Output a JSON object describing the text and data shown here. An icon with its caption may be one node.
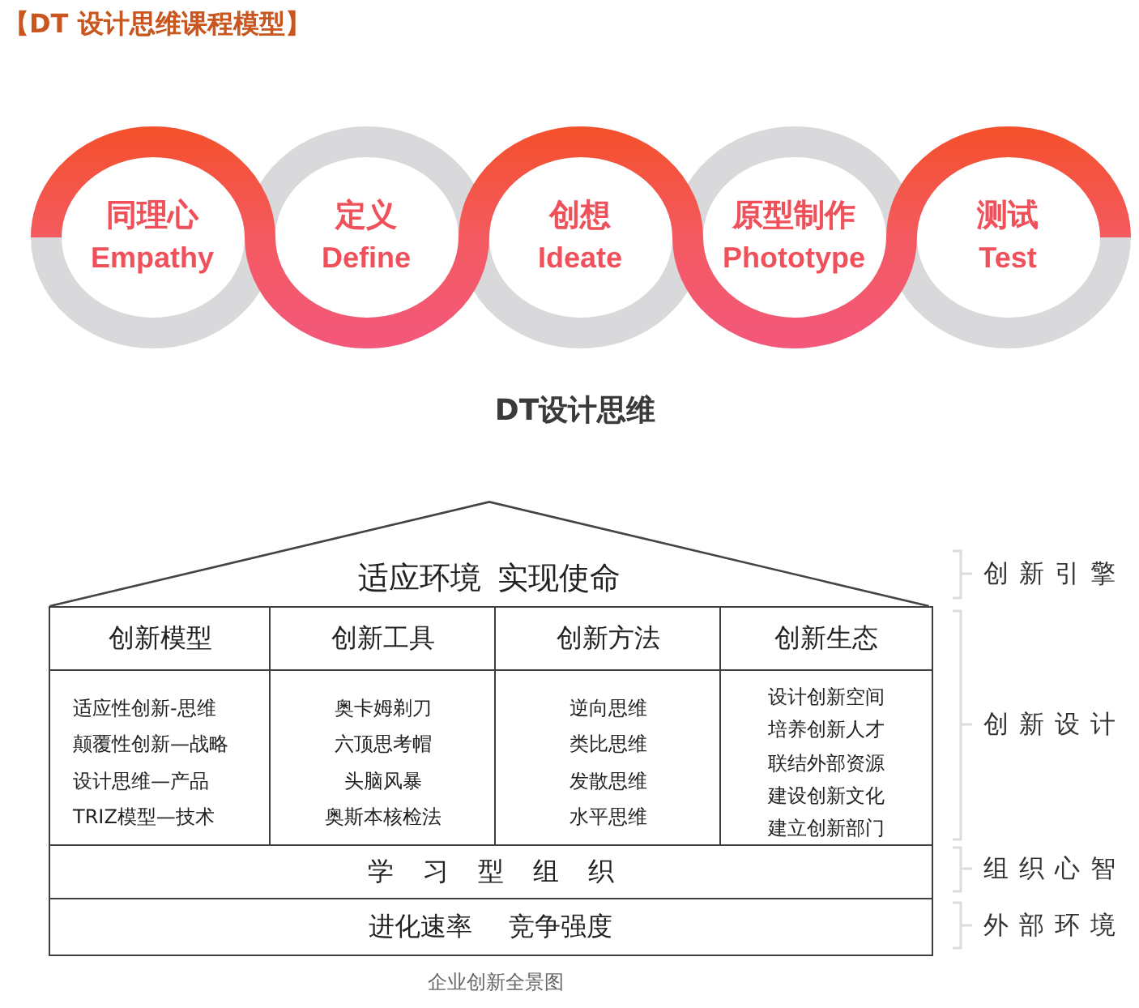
{
  "diagram": {
    "title": "【DT 设计思维课程模型】",
    "caption": "企业创新全景图",
    "nodes": [
      {
        "text": [
          "同理心",
          "Empathy"
        ]
      },
      {
        "text": [
          "定义",
          "Define"
        ]
      },
      {
        "text": [
          "创想",
          "Ideate"
        ]
      },
      {
        "text": [
          "原型制作",
          "Phototype"
        ]
      },
      {
        "text": [
          "测试",
          "Test"
        ]
      },
      {
        "text": [
          "适应环境 实现使命"
        ]
      },
      {
        "text": [
          "创新模型"
        ]
      },
      {
        "text": [
          "创新工具"
        ]
      },
      {
        "text": [
          "创新方法"
        ]
      },
      {
        "text": [
          "创新生态"
        ]
      },
      {
        "text": [
          "适应性创新-思维",
          "颠覆性创新—战略",
          "设计思维—产品",
          "TRIZ模型—技术"
        ]
      },
      {
        "text": [
          "奥卡姆剃刀",
          "六顶思考帽",
          "头脑风暴",
          "奥斯本核检法"
        ]
      },
      {
        "text": [
          "逆向思维",
          "类比思维",
          "发散思维",
          "水平思维"
        ]
      },
      {
        "text": [
          "设计创新空间",
          "培养创新人才",
          "联结外部资源",
          "建设创新文化",
          "建立创新部门"
        ]
      },
      {
        "text": [
          "学习型组织"
        ]
      },
      {
        "text": [
          "进化速率 竞争强度"
        ]
      }
    ],
    "labels": [
      "DT设计思维",
      "创新引擎",
      "创新设计",
      "组织心智",
      "外部环境"
    ]
  }
}
